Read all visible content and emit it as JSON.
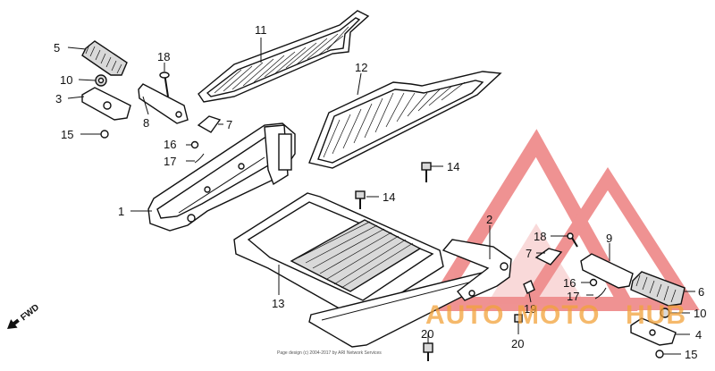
{
  "callouts": {
    "c1": "1",
    "c2": "2",
    "c3": "3",
    "c4": "4",
    "c5": "5",
    "c6": "6",
    "c7": "7",
    "c8": "8",
    "c9": "9",
    "c10a": "10",
    "c10b": "10",
    "c11": "11",
    "c12": "12",
    "c13": "13",
    "c14a": "14",
    "c14b": "14",
    "c15a": "15",
    "c15b": "15",
    "c16a": "16",
    "c16b": "16",
    "c17a": "17",
    "c17b": "17",
    "c18a": "18",
    "c18b": "18",
    "c19": "19",
    "c20a": "20",
    "c20b": "20"
  },
  "fwd_label": "FWD",
  "copyright": "Page design (c) 2004-2017 by ARI Network Services",
  "watermark": {
    "part1": "AUTO",
    "part2": "MOTO",
    "part3": "HUB",
    "color_red": "#e23a3a",
    "color_orange": "#f2a23a"
  }
}
